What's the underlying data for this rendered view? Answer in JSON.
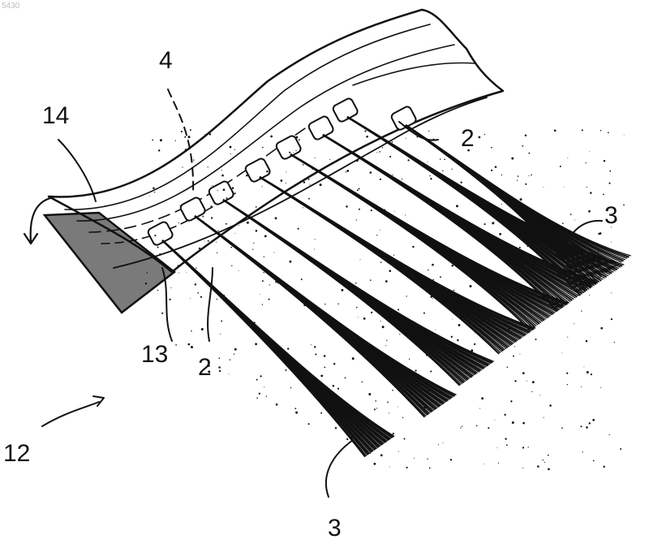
{
  "figure": {
    "corner_id": "5430",
    "labels": {
      "backing_strip": "14",
      "seam_line": "4",
      "tuft_upper": "2",
      "tuft_lower": "2",
      "fibers_right": "3",
      "fibers_bottom": "3",
      "pad": "13",
      "assembly": "12"
    },
    "tuft_count": 8,
    "colors": {
      "ink": "#111111",
      "paper": "#ffffff"
    }
  }
}
